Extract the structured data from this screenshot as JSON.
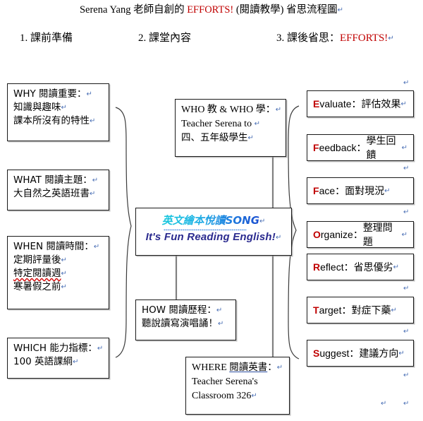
{
  "title": {
    "pre": "Serena Yang ",
    "mid": "老師自創的 ",
    "accent": "EFFORTS!",
    "post": " (閱讀教學)  省思流程圖",
    "pilcrow": "↵"
  },
  "steps": [
    {
      "id": "step-1",
      "text": "1.  課前準備"
    },
    {
      "id": "step-2",
      "text": "2.  課堂內容"
    },
    {
      "id": "step-3",
      "text": "3. 課後省思：",
      "accent": "EFFORTS!",
      "pilcrow": "↵"
    }
  ],
  "left_column": {
    "why": {
      "l1": "WHY 閱讀重要：",
      "l2": "知識與趣味",
      "l3": "課本所沒有的特性"
    },
    "what": {
      "l1": "WHAT 閱讀主題：",
      "l2": "大自然之英語班書"
    },
    "when": {
      "l1": "WHEN 閱讀時間：",
      "l2": "定期評量後",
      "l3": "特定閱讀週",
      "l4": "寒暑假之前"
    },
    "which": {
      "l1": "WHICH 能力指標：",
      "l2": "100 英語課綱"
    }
  },
  "center_column": {
    "who": {
      "l1": "WHO 教  & WHO 學：",
      "l2": "Teacher Serena to ",
      "l3": "四、五年級學生"
    },
    "song": {
      "cjk": "英文繪本悅讀SONG",
      "en": "It's Fun Reading English!"
    },
    "how": {
      "l1": "HOW 閱讀歷程：",
      "l2": "聽說讀寫演唱誦！"
    },
    "where": {
      "l1a": "WHERE ",
      "l1b": "閱讀英書",
      "l1c": "：",
      "l2": "Teacher Serena's",
      "l3": "Classroom 326"
    }
  },
  "efforts": [
    {
      "cap": "E",
      "rest": "valuate",
      "sep": "：",
      "cn": "評估效果"
    },
    {
      "cap": "F",
      "rest": "eedback",
      "sep": "：",
      "cn": "學生回饋"
    },
    {
      "cap": "F",
      "rest": "ace",
      "sep": " ： ",
      "cn": "面對現況"
    },
    {
      "cap": "O",
      "rest": "rganize",
      "sep": " ： ",
      "cn": "整理問題"
    },
    {
      "cap": "R",
      "rest": "eflect",
      "sep": " ： ",
      "cn": "省思優劣"
    },
    {
      "cap": "T",
      "rest": "arget",
      "sep": " ： ",
      "cn": "對症下藥"
    },
    {
      "cap": "S",
      "rest": "uggest",
      "sep": "：",
      "cn": "建議方向"
    }
  ],
  "marks": {
    "pilcrow": "↵"
  },
  "colors": {
    "accent_red": "#C00000",
    "song_cyan": "#18c8dd",
    "song_blue": "#1b4fd0",
    "english_navy": "#2b2b8f",
    "connector_gray": "#808080",
    "box_border": "#1a1a1a"
  }
}
